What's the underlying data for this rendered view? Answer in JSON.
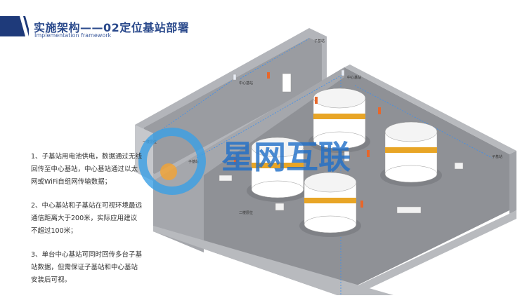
{
  "header": {
    "title": "实施架构——02定位基站部署",
    "subtitle": "Implementation framework",
    "accent_color": "#1e3a7a"
  },
  "description": [
    "1、子基站用电池供电，数据通过无线回传至中心基站，中心基站通过以太网或WiFi自组网传输数据；",
    "2、中心基站和子基站在可视环境最远通信距离大于200米，实际应用建议不超过100米；",
    "3、单台中心基站可同时回传多台子基站数据，但需保证子基站和中心基站安装后可视。"
  ],
  "diagram": {
    "labels": {
      "sub_station_top": "子基站",
      "center_station_top": "中心基站",
      "center_station_main": "中心基站",
      "sub_station_left": "子基站",
      "sub_station_right": "子基站",
      "floor_1": "一楼层位",
      "floor_2": "二楼层位"
    },
    "watermark": "星网互联",
    "colors": {
      "wall": "#a9abb0",
      "floor": "#8d8f94",
      "tank_band": "#e8a526",
      "signal": "#3b8ff0",
      "watermark": "#1f6fc9"
    }
  }
}
